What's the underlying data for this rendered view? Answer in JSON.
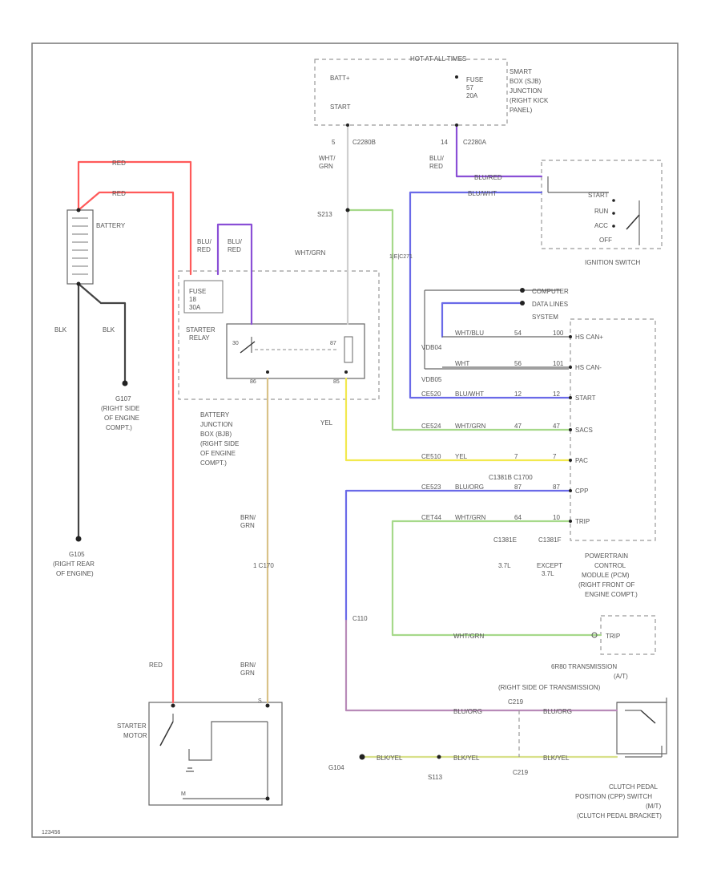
{
  "power": {
    "box_title": "HOT AT ALL TIMES",
    "batt_plus": "BATT+",
    "start": "START",
    "fuse": "FUSE",
    "fuse_num": "57",
    "fuse_amp": "20A",
    "sjb": [
      "SMART",
      "BOX (SJB)",
      "JUNCTION",
      "(RIGHT KICK",
      "PANEL)"
    ],
    "pin_c2280b": "5",
    "conn_c2280b": "C2280B",
    "pin_c2280a": "14",
    "conn_c2280a": "C2280A",
    "wire_wht_grn": [
      "WHT/",
      "GRN"
    ],
    "wire_blu_red": [
      "BLU/",
      "RED"
    ]
  },
  "battery": {
    "label": "BATTERY",
    "wire_red_1": "RED",
    "wire_red_2": "RED",
    "wire_blk_1": "BLK",
    "wire_blk_2": "BLK",
    "g107": [
      "G107",
      "(RIGHT SIDE",
      "OF ENGINE",
      "COMPT.)"
    ],
    "g105": [
      "G105",
      "(RIGHT REAR",
      "OF ENGINE)"
    ]
  },
  "bjb": {
    "blu_red_1": [
      "BLU/",
      "RED"
    ],
    "blu_red_2": [
      "BLU/",
      "RED"
    ],
    "fuse": "FUSE",
    "fuse_num": "18",
    "fuse_amp": "30A",
    "relay_title": [
      "STARTER",
      "RELAY"
    ],
    "relay_pin_30": "30",
    "relay_pin_87": "87",
    "relay_pin_86": "86",
    "relay_pin_85": "85",
    "label": [
      "BATTERY",
      "JUNCTION",
      "BOX (BJB)",
      "(RIGHT SIDE",
      "OF ENGINE",
      "COMPT.)"
    ],
    "wht_grn": "WHT/GRN"
  },
  "splices": {
    "s213": "S213",
    "yel": "YEL",
    "c271": "1|E|C271",
    "brn_grn_1": [
      "BRN/",
      "GRN"
    ],
    "c170": "1  C170",
    "brn_grn_2": [
      "BRN/",
      "GRN"
    ],
    "red_motor": "RED"
  },
  "ignition": {
    "label": "IGNITION SWITCH",
    "positions": [
      "START",
      "RUN",
      "ACC",
      "OFF"
    ],
    "wire_1": "BLU/RED",
    "wire_2": "BLU/WHT"
  },
  "datalines": {
    "computer": "COMPUTER",
    "data_lines": "DATA LINES",
    "system": "SYSTEM"
  },
  "pcm": {
    "rows": [
      {
        "conn": "",
        "wire": "WHT/BLU",
        "pin_a": "54",
        "pin_b": "100",
        "pin_label": "HS CAN+"
      },
      {
        "conn": "VDB04",
        "wire": "WHT",
        "pin_a": "56",
        "pin_b": "101",
        "pin_label": "HS CAN-"
      },
      {
        "conn": "VDB05",
        "wire": "",
        "pin_a": "",
        "pin_b": "",
        "pin_label": ""
      },
      {
        "conn": "CE520",
        "wire": "BLU/WHT",
        "pin_a": "12",
        "pin_b": "12",
        "pin_label": "START"
      },
      {
        "conn": "CE524",
        "wire": "WHT/GRN",
        "pin_a": "47",
        "pin_b": "47",
        "pin_label": "SACS"
      },
      {
        "conn": "CE510",
        "wire": "YEL",
        "pin_a": "7",
        "pin_b": "7",
        "pin_label": "PAC"
      },
      {
        "conn": "CE523",
        "wire": "BLU/ORG",
        "pin_a": "87",
        "pin_b": "87",
        "pin_label": "CPP"
      },
      {
        "conn": "CET44",
        "wire": "WHT/GRN",
        "pin_a": "64",
        "pin_b": "10",
        "pin_label": "TRIP"
      }
    ],
    "conn_pair": "C1381B   C1700",
    "conn_1381e": "C1381E",
    "conn_1381f": "C1381F",
    "engine_1": "3.7L",
    "engine_2": [
      "EXCEPT",
      "3.7L"
    ],
    "label": [
      "POWERTRAIN",
      "CONTROL",
      "MODULE (PCM)",
      "(RIGHT FRONT OF",
      "ENGINE COMPT.)"
    ]
  },
  "trans": {
    "c110": "C110",
    "wht_grn": "WHT/GRN",
    "trip": "TRIP",
    "label": [
      "6R80 TRANSMISSION",
      "(A/T)",
      "(RIGHT SIDE OF TRANSMISSION)"
    ]
  },
  "starter": {
    "label": [
      "STARTER",
      "MOTOR"
    ],
    "pin_s": "S",
    "pin_m": "M"
  },
  "clutch": {
    "wire_1": "BLU/ORG",
    "wire_2": "BLU/ORG",
    "wire_3": "BLK/YEL",
    "wire_4": "BLK/YEL",
    "wire_5": "BLK/YEL",
    "g104": "G104",
    "s113": "S113",
    "c219_1": "C219",
    "c219_2": "C219",
    "label": [
      "CLUTCH PEDAL",
      "POSITION (CPP) SWITCH",
      "(M/T)",
      "(CLUTCH PEDAL BRACKET)"
    ]
  },
  "footer": {
    "code": "123456"
  },
  "colors": {
    "red": "#ff5a5a",
    "purple": "#8a4fd6",
    "blue": "#6a6ae8",
    "green": "#a6d98a",
    "yellow": "#f2e94e",
    "tan": "#d9c288",
    "violet_pink": "#b88ab8",
    "black": "#333333"
  }
}
